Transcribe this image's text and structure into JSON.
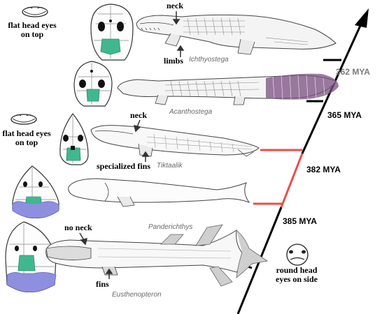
{
  "timeline": {
    "line_color": "#000000",
    "highlight_color": "#e8504a",
    "ticks": [
      {
        "label": "362 MYA",
        "color": "#7a7a7a"
      },
      {
        "label": "365 MYA",
        "color": "#000000"
      },
      {
        "label": "382 MYA",
        "color": "#000000"
      },
      {
        "label": "385 MYA",
        "color": "#000000"
      }
    ]
  },
  "annotations": {
    "ichthyostega_head": "flat head eyes on top",
    "ichthyostega_neck": "neck",
    "ichthyostega_limbs": "limbs",
    "tiktaalik_head": "flat head eyes on top",
    "tiktaalik_neck": "neck",
    "tiktaalik_fins": "specialized fins",
    "eusthenopteron_neck": "no neck",
    "eusthenopteron_fins": "fins",
    "eusthenopteron_head": "round head eyes on side"
  },
  "species": {
    "ichthyostega": "Ichthyostega",
    "acanthostega": "Acanthostega",
    "tiktaalik": "Tiktaalik",
    "panderichthys": "Panderichthys",
    "eusthenopteron": "Eusthenopteron"
  },
  "colors": {
    "skull_bone_green": "#3fb890",
    "skull_bone_purple": "#8f8fe0",
    "acanthostega_tail": "#7a4f80"
  }
}
